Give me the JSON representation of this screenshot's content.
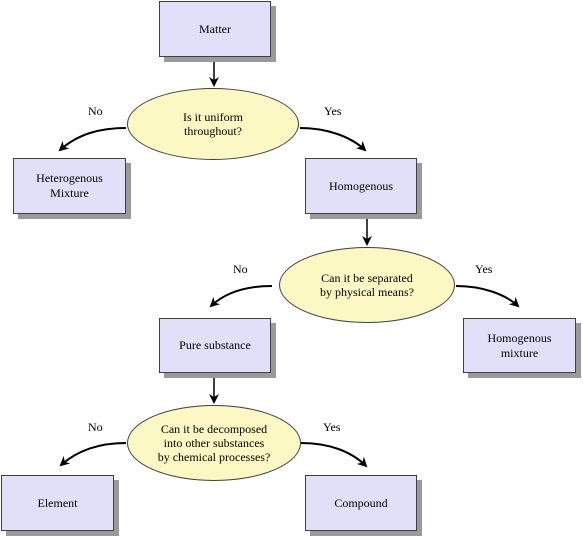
{
  "colors": {
    "box_fill": "#e0e0f8",
    "oval_fill": "#fcf8c4",
    "stroke": "#404040",
    "shadow": "#9a9a9a",
    "arrow": "#000000"
  },
  "nodes": {
    "matter": "Matter",
    "q_uniform": "Is it uniform\nthroughout?",
    "heterogenous_mixture": "Heterogenous\nMixture",
    "homogenous": "Homogenous",
    "q_separated": "Can it be separated\nby physical means?",
    "pure_substance": "Pure substance",
    "homogenous_mixture": "Homogenous\nmixture",
    "q_decomposed": "Can it be decomposed\ninto other substances\nby chemical processes?",
    "element": "Element",
    "compound": "Compound"
  },
  "edge_labels": {
    "uniform_no": "No",
    "uniform_yes": "Yes",
    "separated_no": "No",
    "separated_yes": "Yes",
    "decomposed_no": "No",
    "decomposed_yes": "Yes"
  }
}
